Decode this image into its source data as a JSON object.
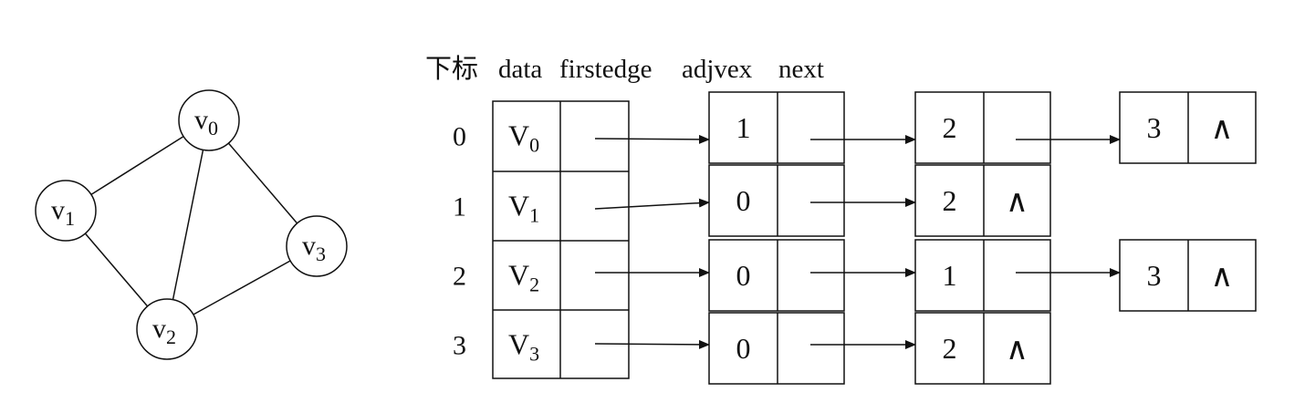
{
  "graph": {
    "vertices": [
      {
        "id": 0,
        "label": "v",
        "sub": "0"
      },
      {
        "id": 1,
        "label": "v",
        "sub": "1"
      },
      {
        "id": 2,
        "label": "v",
        "sub": "2"
      },
      {
        "id": 3,
        "label": "v",
        "sub": "3"
      }
    ],
    "edges": [
      [
        0,
        1
      ],
      [
        0,
        2
      ],
      [
        0,
        3
      ],
      [
        1,
        2
      ],
      [
        2,
        3
      ]
    ]
  },
  "header": {
    "index_label": "下标",
    "data_label": "data",
    "firstedge_label": "firstedge",
    "adjvex_label": "adjvex",
    "next_label": "next"
  },
  "vertex_table": [
    {
      "index": "0",
      "data": "V",
      "sub": "0"
    },
    {
      "index": "1",
      "data": "V",
      "sub": "1"
    },
    {
      "index": "2",
      "data": "V",
      "sub": "2"
    },
    {
      "index": "3",
      "data": "V",
      "sub": "3"
    }
  ],
  "adjacency": [
    [
      "1",
      "2",
      "3"
    ],
    [
      "0",
      "2"
    ],
    [
      "0",
      "1",
      "3"
    ],
    [
      "0",
      "2"
    ]
  ],
  "null_symbol": "∧"
}
